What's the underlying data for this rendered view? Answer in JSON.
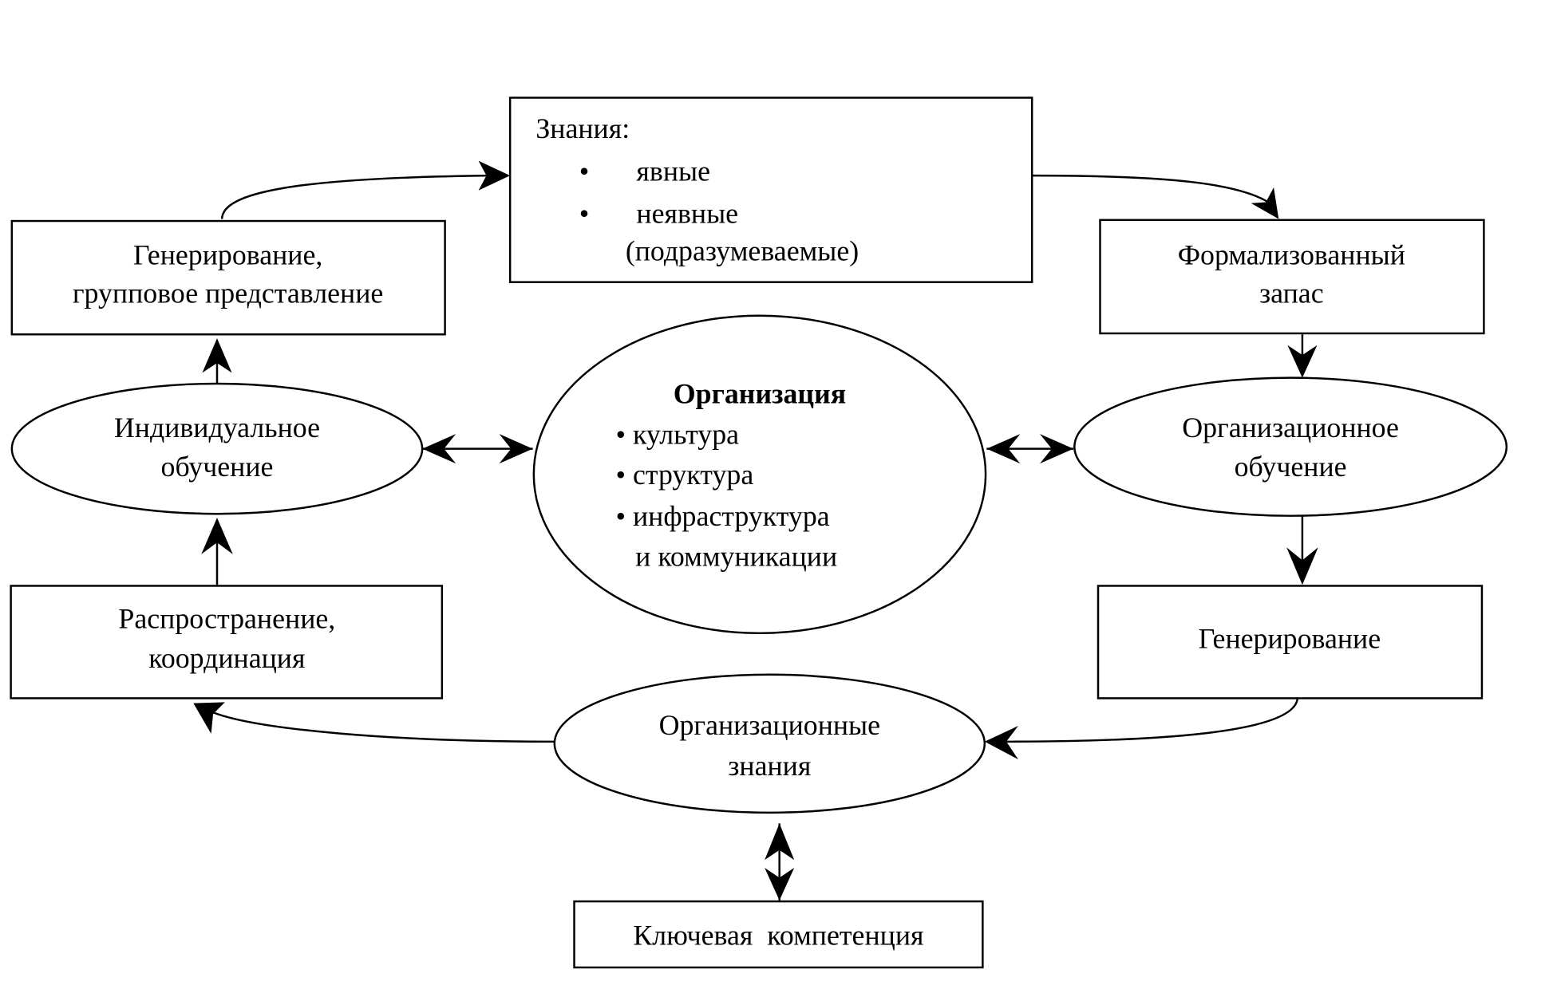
{
  "diagram": {
    "knowledge_box": {
      "title": "Знания:",
      "bullets": [
        "явные",
        "неявные"
      ],
      "note": "(подразумеваемые)",
      "bullet_glyph": "•"
    },
    "generation_group_box": {
      "lines": [
        "Генерирование,",
        "групповое представление"
      ]
    },
    "formalized_stock_box": {
      "lines": [
        "Формализованный",
        "запас"
      ]
    },
    "individual_learning_ellipse": {
      "lines": [
        "Индивидуальное",
        "обучение"
      ]
    },
    "organization_ellipse": {
      "title": "Организация",
      "items": [
        "• культура",
        "• структура",
        "• инфраструктура",
        "и коммуникации"
      ]
    },
    "organizational_learning_ellipse": {
      "lines": [
        "Организационное",
        "обучение"
      ]
    },
    "dissemination_box": {
      "lines": [
        "Распространение,",
        "координация"
      ]
    },
    "generation_box": {
      "lines": [
        "Генерирование"
      ]
    },
    "organizational_knowledge_ellipse": {
      "lines": [
        "Организационные",
        "знания"
      ]
    },
    "key_competence_box": {
      "lines": [
        "Ключевая  компетенция"
      ]
    }
  }
}
